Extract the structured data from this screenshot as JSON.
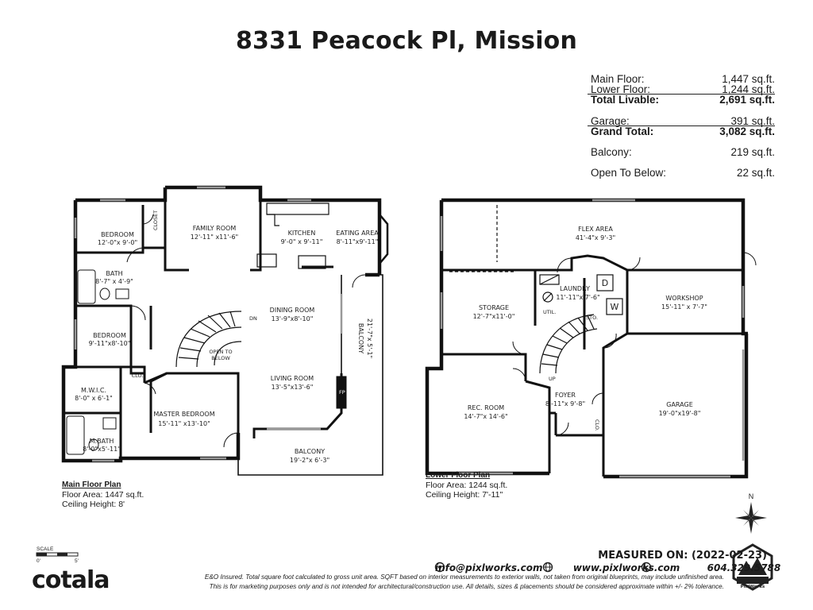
{
  "title": "8331 Peacock Pl, Mission",
  "area_summary": [
    {
      "label": "Main Floor:",
      "value": "1,447 sq.ft.",
      "bold": false
    },
    {
      "label": "Lower Floor:",
      "value": "1,244 sq.ft.",
      "bold": false
    },
    {
      "label": "Total Livable:",
      "value": "2,691 sq.ft.",
      "bold": true
    },
    {
      "label": "Garage:",
      "value": "391 sq.ft.",
      "bold": false
    },
    {
      "label": "Grand Total:",
      "value": "3,082 sq.ft.",
      "bold": true
    },
    {
      "label": "Balcony:",
      "value": "219 sq.ft.",
      "bold": false
    },
    {
      "label": "Open To Below:",
      "value": "22 sq.ft.",
      "bold": false
    }
  ],
  "main_floor": {
    "heading": "Main Floor Plan",
    "floor_area": "Floor Area: 1447 sq.ft.",
    "ceiling": "Ceiling Height: 8'",
    "rooms": [
      {
        "name": "BEDROOM",
        "dims": "12'-0\"x 9'-0\""
      },
      {
        "name": "FAMILY ROOM",
        "dims": "12'-11\" x11'-6\""
      },
      {
        "name": "KITCHEN",
        "dims": "9'-0\" x 9'-11\""
      },
      {
        "name": "EATING AREA",
        "dims": "8'-11\"x9'-11\""
      },
      {
        "name": "BATH",
        "dims": "8'-7\" x 4'-9\""
      },
      {
        "name": "BEDROOM",
        "dims": "9'-11\"x8'-10\""
      },
      {
        "name": "DINING ROOM",
        "dims": "13'-9\"x8'-10\""
      },
      {
        "name": "LIVING ROOM",
        "dims": "13'-5\"x13'-6\""
      },
      {
        "name": "M.W.I.C.",
        "dims": "8'-0\" x 6'-1\""
      },
      {
        "name": "MASTER BEDROOM",
        "dims": "15'-11\" x13'-10\""
      },
      {
        "name": "M.BATH",
        "dims": "8'-0\"x5'-11\""
      },
      {
        "name": "BALCONY",
        "dims": "19'-2\"x 6'-3\""
      },
      {
        "name": "BALCONY",
        "dims": "21'-7\"x 5'-1\""
      }
    ],
    "labels": {
      "closet": "CLOSET",
      "clo": "CLO.",
      "dn": "DN",
      "open_to": "OPEN TO",
      "below": "BELOW",
      "fp": "FP"
    }
  },
  "lower_floor": {
    "heading": "Lower Floor Plan",
    "floor_area": "Floor Area: 1244 sq.ft.",
    "ceiling": "Ceiling Height: 7'-11\"",
    "rooms": [
      {
        "name": "FLEX AREA",
        "dims": "41'-4\"x 9'-3\""
      },
      {
        "name": "LAUNDRY",
        "dims": "11'-11\"x 7'-6\""
      },
      {
        "name": "WORKSHOP",
        "dims": "15'-11\" x 7'-7\""
      },
      {
        "name": "STORAGE",
        "dims": "12'-7\"x11'-0\""
      },
      {
        "name": "REC. ROOM",
        "dims": "14'-7\"x 14'-6\""
      },
      {
        "name": "FOYER",
        "dims": "8'-11\"x 9'-8\""
      },
      {
        "name": "GARAGE",
        "dims": "19'-0\"x19'-8\""
      }
    ],
    "labels": {
      "util": "UTIL.",
      "sto": "STO.",
      "up": "UP",
      "clo": "CLO.",
      "d": "D",
      "w": "W"
    }
  },
  "compass": "N",
  "scale": {
    "label": "SCALE",
    "start": "0'",
    "end": "5'"
  },
  "footer": {
    "measured": "MEASURED ON: (2022-02-23)",
    "email": "info@pixlworks.com",
    "web": "www.pixlworks.com",
    "phone": "604.329.5788",
    "disclaimer1": "E&O Insured.  Total square foot calculated to gross unit area. SQFT based on interior measurements to exterior walls, not taken from original blueprints, may include unfinished area.",
    "disclaimer2": "This is for marketing purposes only and is not intended for architectural/construction use.  All details, sizes & placements should be considered approximate within +/- 2%  tolerance.",
    "brand": "cotala",
    "badge": "PixlWorks"
  }
}
